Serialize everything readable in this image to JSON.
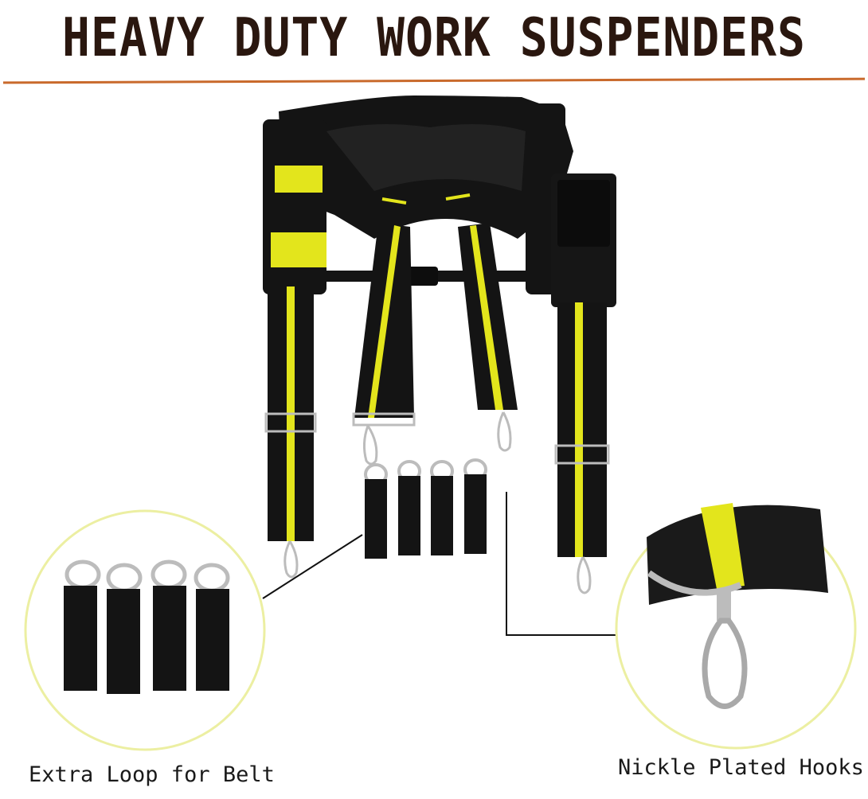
{
  "title": "HEAVY DUTY WORK SUSPENDERS",
  "captions": {
    "left": "Extra Loop for Belt",
    "right": "Nickle Plated Hooks"
  },
  "colors": {
    "title_text": "#2a170f",
    "rule": "#c96a2c",
    "strap": "#121212",
    "stripe": "#e3e51c",
    "circle_outline": "#ecefa2",
    "metal": "#bcbcbc"
  },
  "product": {
    "name": "suspenders-harness",
    "loop_count": 4,
    "hook_count": 4
  }
}
